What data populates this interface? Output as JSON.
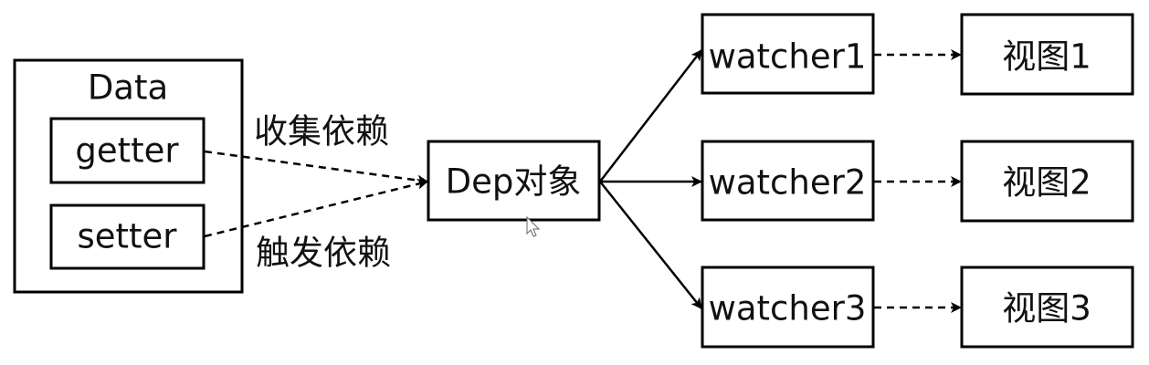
{
  "nodes": {
    "data": "Data",
    "getter": "getter",
    "setter": "setter",
    "dep": "Dep对象",
    "watcher1": "watcher1",
    "watcher2": "watcher2",
    "watcher3": "watcher3",
    "view1": "视图1",
    "view2": "视图2",
    "view3": "视图3"
  },
  "edge_labels": {
    "collect": "收集依赖",
    "trigger": "触发依赖"
  }
}
